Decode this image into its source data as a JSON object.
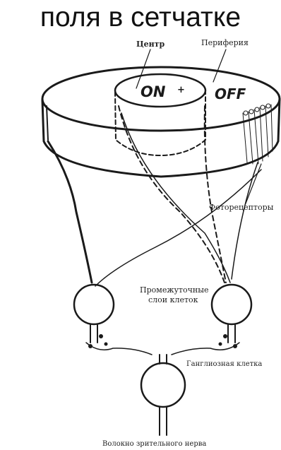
{
  "title": "поля в сетчатке",
  "labels": {
    "center": "Центр",
    "periphery": "Периферия",
    "on": "ON",
    "plus": "+",
    "off": "OFF",
    "photoreceptors": "Фоторецепторы",
    "intermediate_line1": "Промежуточные",
    "intermediate_line2": "слои клеток",
    "ganglion": "Ганглиозная клетка",
    "nerve_fiber": "Волокно зрительного нерва"
  }
}
